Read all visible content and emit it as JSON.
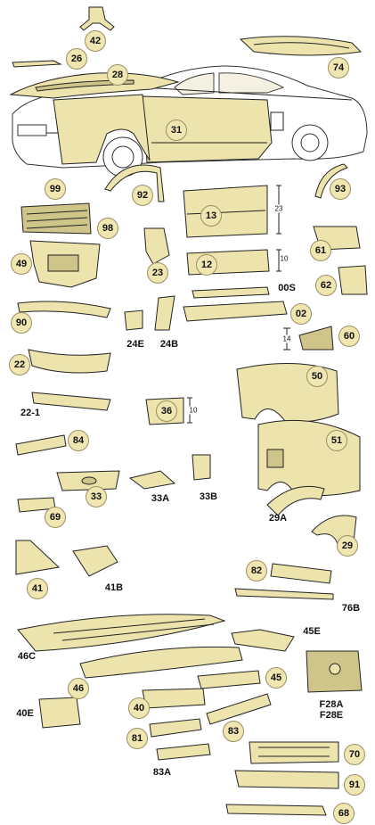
{
  "parts": {
    "p42": "42",
    "p26": "26",
    "p28": "28",
    "p74": "74",
    "p31": "31",
    "p99": "99",
    "p92": "92",
    "p93": "93",
    "p13": "13",
    "p98": "98",
    "p61": "61",
    "p23": "23",
    "p12": "12",
    "p49": "49",
    "p62": "62",
    "p00s": "00S",
    "p90": "90",
    "p02": "02",
    "p24e": "24E",
    "p24b": "24B",
    "p60": "60",
    "p22": "22",
    "p50": "50",
    "p22_1": "22-1",
    "p36": "36",
    "p84": "84",
    "p51": "51",
    "p33": "33",
    "p33a": "33A",
    "p33b": "33B",
    "p69": "69",
    "p29a": "29A",
    "p29": "29",
    "p41": "41",
    "p41b": "41B",
    "p82": "82",
    "p76b": "76B",
    "p45e": "45E",
    "p46c": "46C",
    "p46": "46",
    "p45": "45",
    "p40e": "40E",
    "p40": "40",
    "pf28a": "F28A",
    "pf28e": "F28E",
    "p81": "81",
    "p83": "83",
    "p70": "70",
    "p83a": "83A",
    "p91": "91",
    "p68": "68"
  },
  "dimensions": {
    "d23": "23",
    "d10a": "10",
    "d14": "14",
    "d10b": "10"
  }
}
